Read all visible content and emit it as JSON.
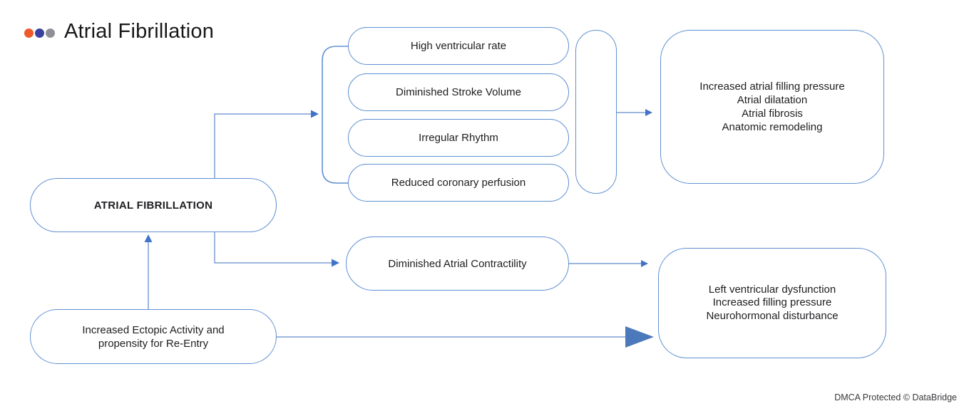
{
  "brand": {
    "title": "Atrial Fibrillation",
    "dot_colors": [
      "#F05A2B",
      "#3A41A0",
      "#8F9095"
    ]
  },
  "nodes": {
    "root": {
      "label": "ATRIAL FIBRILLATION"
    },
    "ectopic": {
      "lines": [
        "Increased Ectopic Activity and",
        "propensity for Re-Entry"
      ]
    },
    "symptoms": [
      {
        "label": "High ventricular rate"
      },
      {
        "label": "Diminished Stroke Volume"
      },
      {
        "label": "Irregular Rhythm"
      },
      {
        "label": "Reduced coronary perfusion"
      }
    ],
    "contractility": {
      "label": "Diminished Atrial Contractility"
    },
    "atrial_outcomes": {
      "lines": [
        "Increased atrial filling pressure",
        "Atrial dilatation",
        "Atrial fibrosis",
        "Anatomic remodeling"
      ]
    },
    "ventricular_outcomes": {
      "lines": [
        "Left ventricular dysfunction",
        "Increased filling pressure",
        "Neurohormonal disturbance"
      ]
    }
  },
  "colors": {
    "box_border": "#6090D2",
    "connector_line": "#7B9DD4",
    "arrowhead": "#4273C8",
    "big_arrow": "#4B79BB",
    "text": "#1E1E21"
  },
  "footer": {
    "watermark": "DMCA Protected © DataBridge"
  }
}
